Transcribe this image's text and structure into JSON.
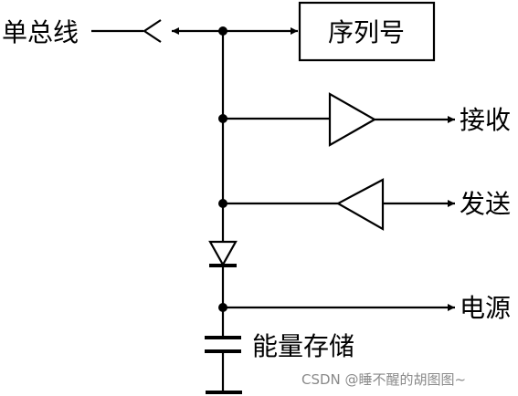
{
  "labels": {
    "bus": "单总线",
    "serial": "序列号",
    "receive": "接收",
    "send": "发送",
    "power": "电源",
    "storage": "能量存储"
  },
  "watermark": "CSDN @睡不醒的胡图图~",
  "colors": {
    "line": "#000000",
    "background": "#ffffff",
    "watermark": "#8a8a8a"
  }
}
